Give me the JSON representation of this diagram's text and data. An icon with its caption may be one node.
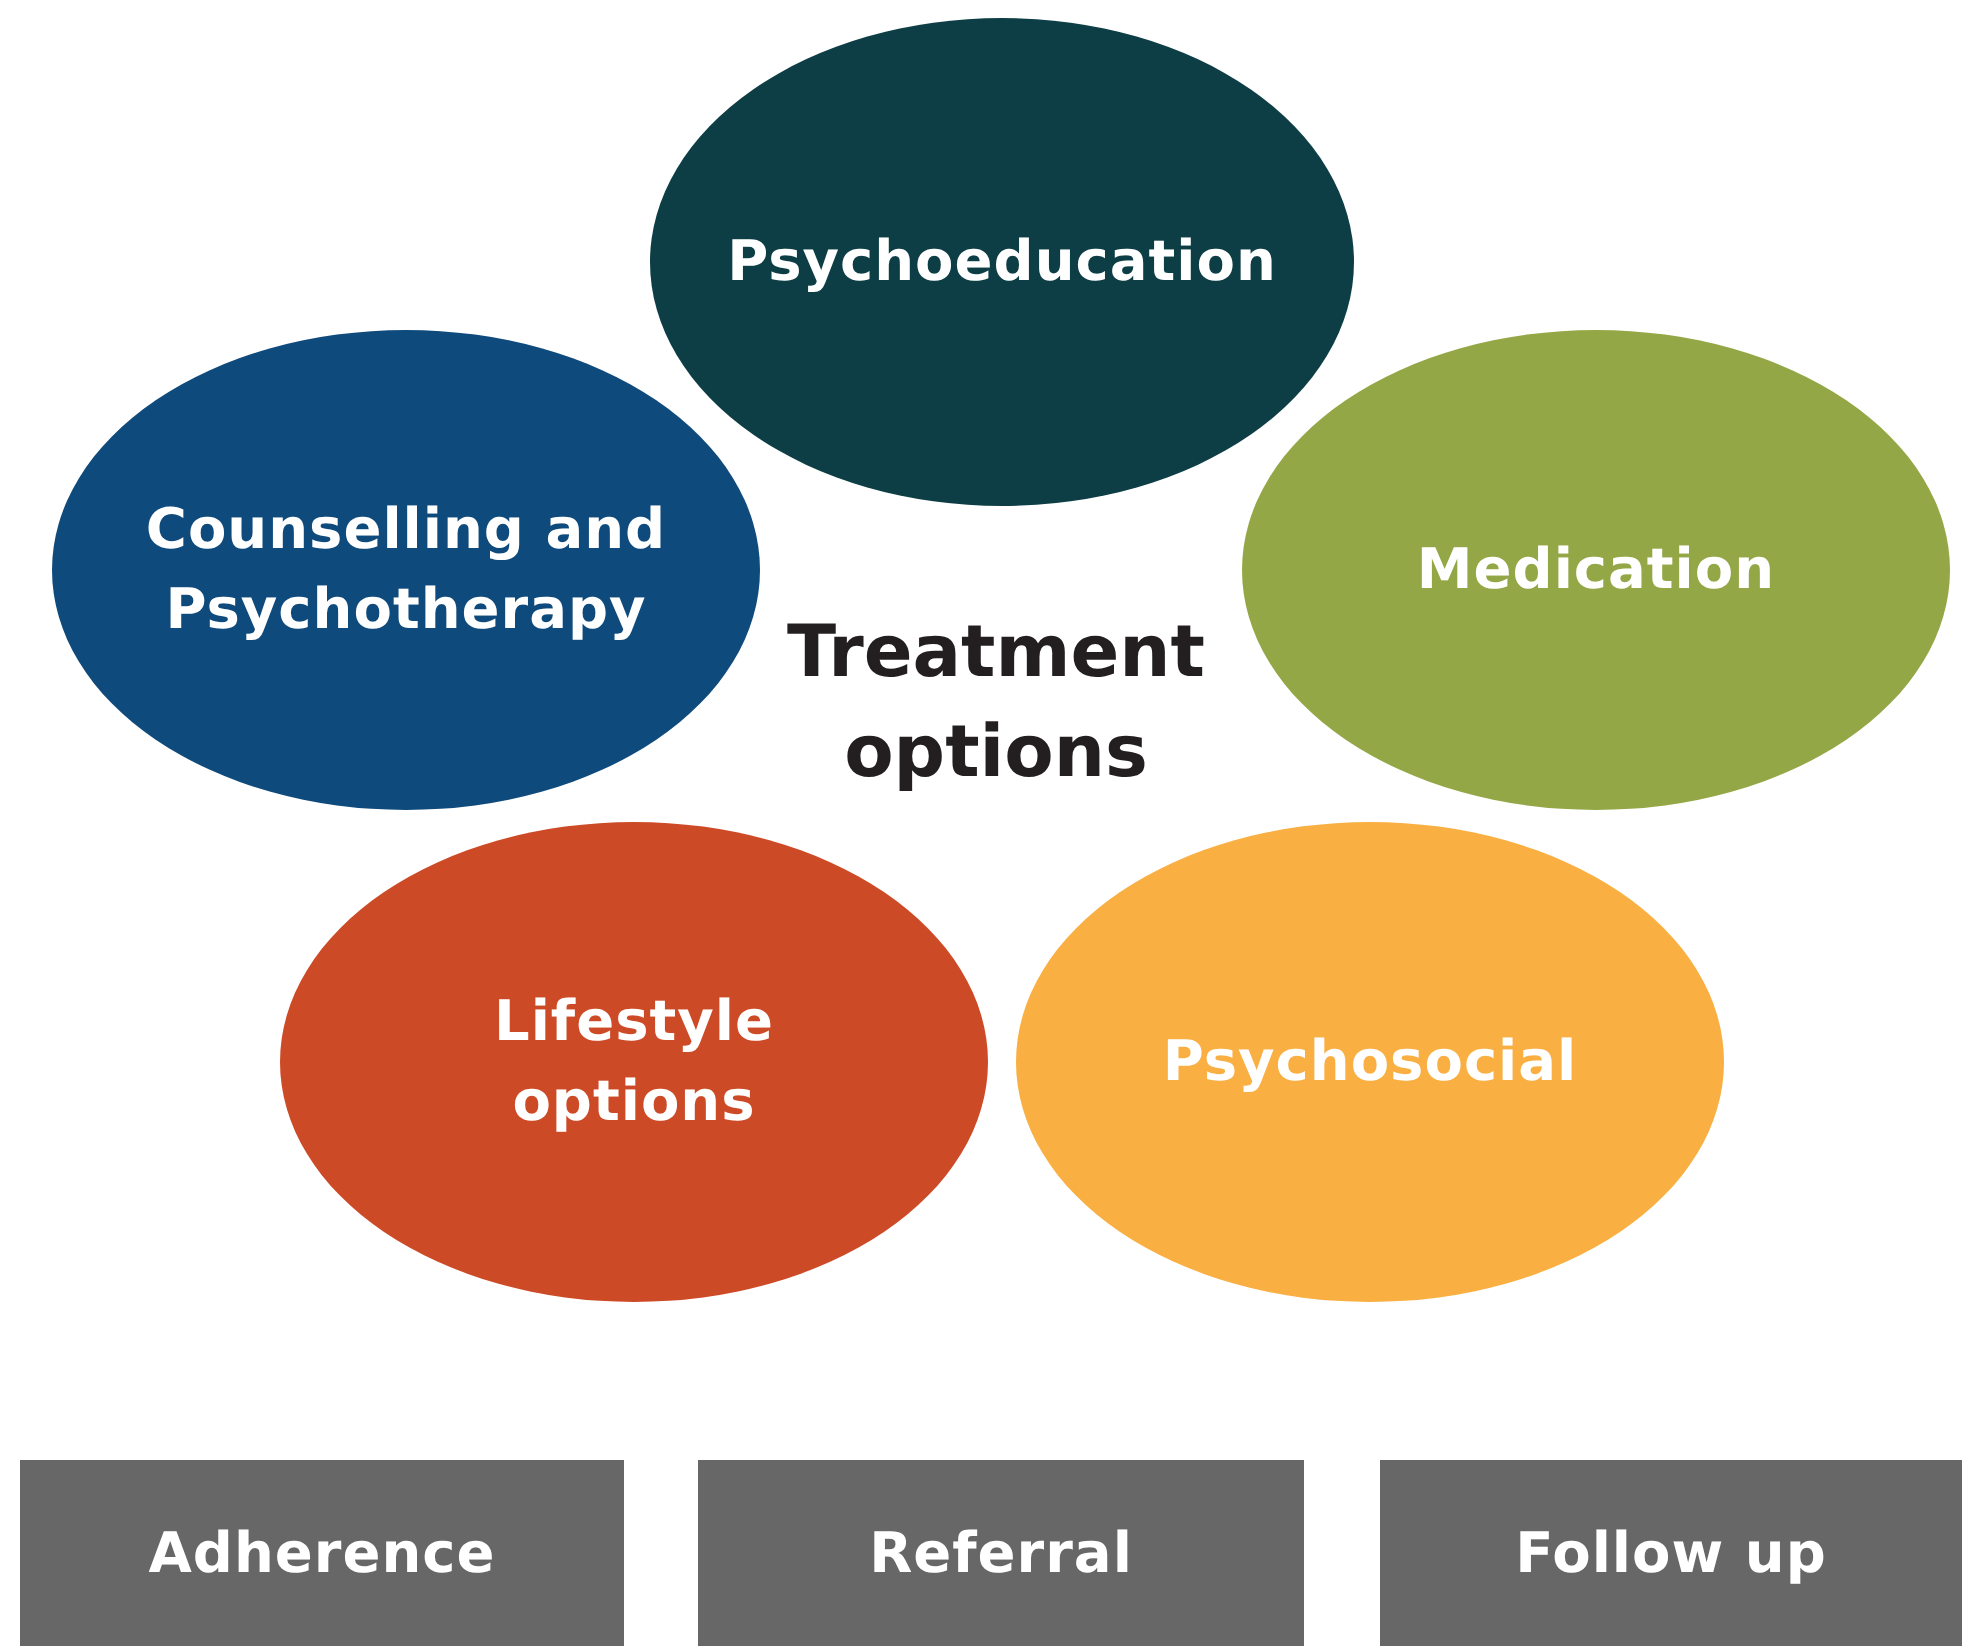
{
  "diagram": {
    "nodes": [
      {
        "text": [
          "Psychoeducation"
        ]
      },
      {
        "text": [
          "Counselling and Psychotherapy"
        ]
      },
      {
        "text": [
          "Medication"
        ]
      },
      {
        "text": [
          "Lifestyle options"
        ]
      },
      {
        "text": [
          "Psychosocial"
        ]
      },
      {
        "text": [
          "Adherence"
        ]
      },
      {
        "text": [
          "Referral"
        ]
      },
      {
        "text": [
          "Follow up"
        ]
      }
    ],
    "edges": [],
    "labels": [
      "Treatment options"
    ]
  }
}
